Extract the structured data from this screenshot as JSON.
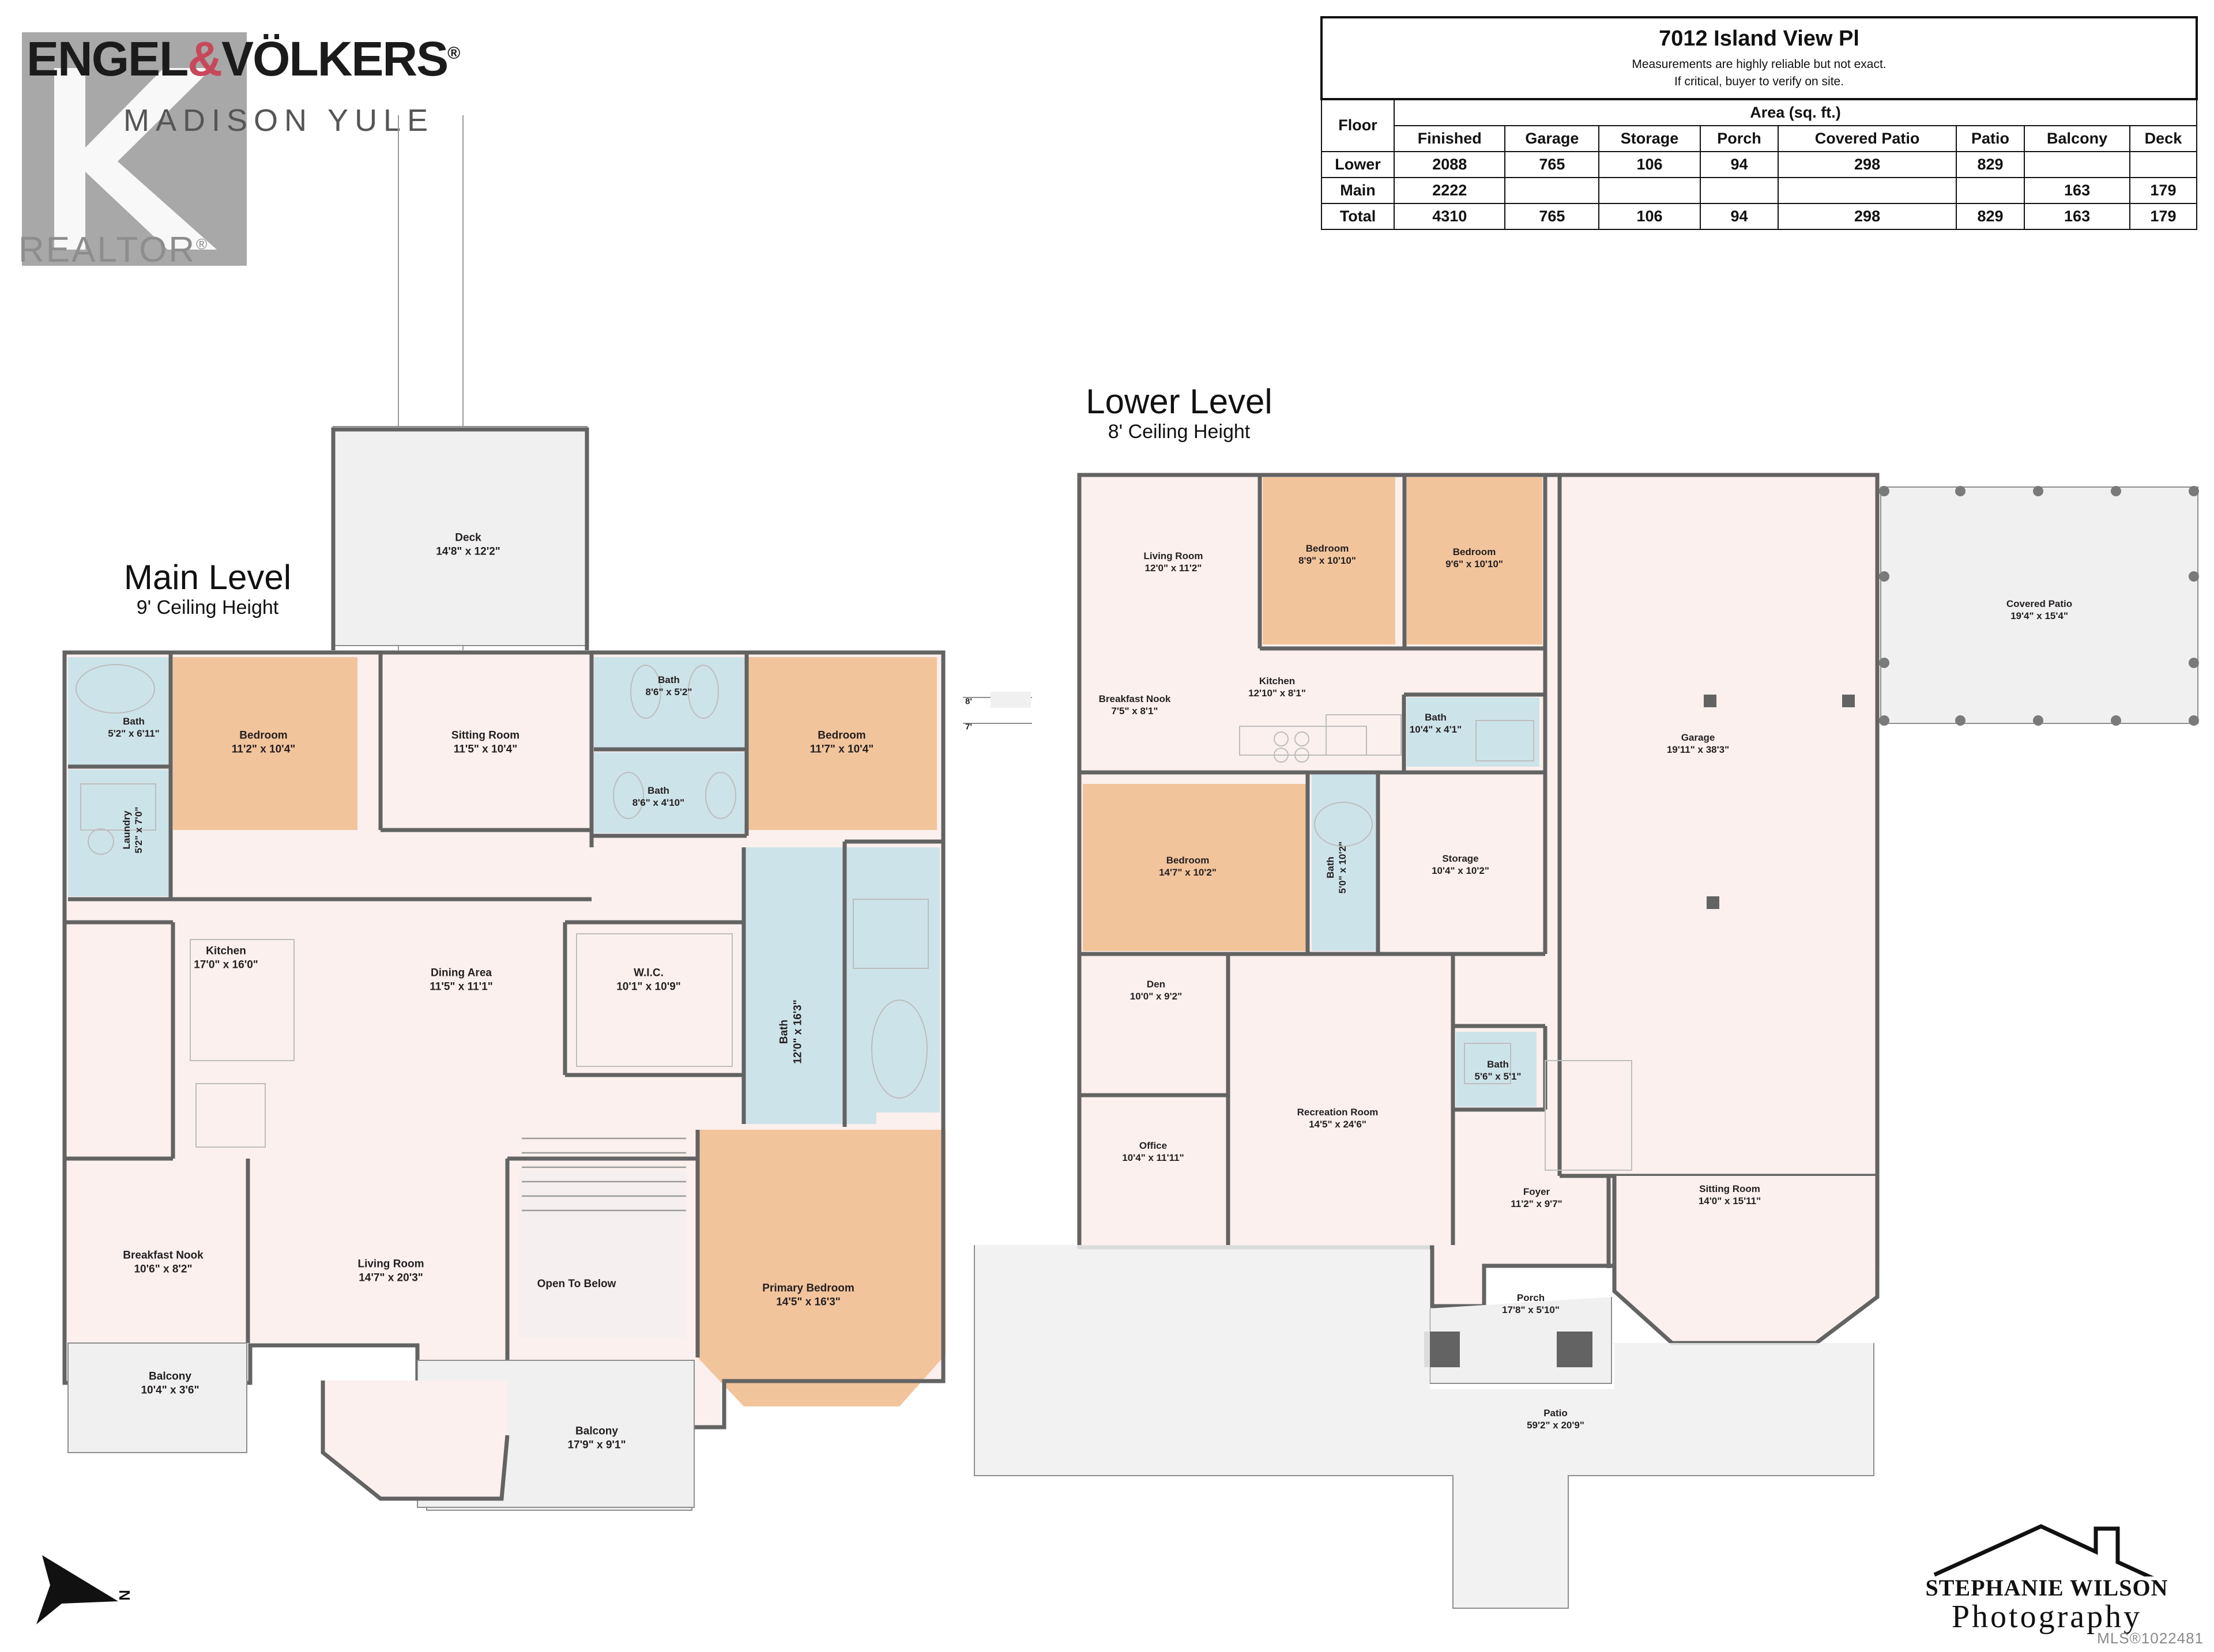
{
  "brand": {
    "name_part1": "ENGEL",
    "name_amp": "&",
    "name_part2": "VÖLKERS",
    "reg": "®",
    "agent": "MADISON YULE",
    "realtor": "REALTOR",
    "realtor_reg": "®"
  },
  "area_table": {
    "title": "7012 Island View Pl",
    "subtitle_line1": "Measurements are highly reliable but not exact.",
    "subtitle_line2": "If critical, buyer to verify on site.",
    "floor_header": "Floor",
    "area_header": "Area (sq. ft.)",
    "columns": [
      "Finished",
      "Garage",
      "Storage",
      "Porch",
      "Covered Patio",
      "Patio",
      "Balcony",
      "Deck"
    ],
    "rows": [
      {
        "floor": "Lower",
        "values": [
          "2088",
          "765",
          "106",
          "94",
          "298",
          "829",
          "",
          ""
        ]
      },
      {
        "floor": "Main",
        "values": [
          "2222",
          "",
          "",
          "",
          "",
          "",
          "163",
          "179"
        ]
      },
      {
        "floor": "Total",
        "values": [
          "4310",
          "765",
          "106",
          "94",
          "298",
          "829",
          "163",
          "179"
        ]
      }
    ]
  },
  "main_level": {
    "title": "Main Level",
    "ceiling": "9' Ceiling Height",
    "rooms": [
      {
        "name": "Deck",
        "dim": "14'8\" x 12'2\""
      },
      {
        "name": "Bath",
        "dim": "5'2\" x 6'11\""
      },
      {
        "name": "Bedroom",
        "dim": "11'2\" x 10'4\""
      },
      {
        "name": "Sitting Room",
        "dim": "11'5\" x 10'4\""
      },
      {
        "name": "Bath",
        "dim": "8'6\" x 5'2\""
      },
      {
        "name": "Bath",
        "dim": "8'6\" x 4'10\""
      },
      {
        "name": "Bedroom",
        "dim": "11'7\" x 10'4\""
      },
      {
        "name": "Laundry",
        "dim": "5'2\" x 7'0\""
      },
      {
        "name": "Kitchen",
        "dim": "17'0\" x 16'0\""
      },
      {
        "name": "Dining Area",
        "dim": "11'5\" x 11'1\""
      },
      {
        "name": "W.I.C.",
        "dim": "10'1\" x 10'9\""
      },
      {
        "name": "Bath",
        "dim": "12'0\" x 16'3\""
      },
      {
        "name": "Breakfast Nook",
        "dim": "10'6\" x 8'2\""
      },
      {
        "name": "Living Room",
        "dim": "14'7\" x 20'3\""
      },
      {
        "name": "Open To Below",
        "dim": ""
      },
      {
        "name": "Primary Bedroom",
        "dim": "14'5\" x 16'3\""
      },
      {
        "name": "Balcony",
        "dim": "10'4\" x 3'6\""
      },
      {
        "name": "Balcony",
        "dim": "17'9\" x 9'1\""
      }
    ]
  },
  "lower_level": {
    "title": "Lower Level",
    "ceiling": "8' Ceiling Height",
    "rooms": [
      {
        "name": "Living Room",
        "dim": "12'0\" x 11'2\""
      },
      {
        "name": "Bedroom",
        "dim": "8'9\" x 10'10\""
      },
      {
        "name": "Bedroom",
        "dim": "9'6\" x 10'10\""
      },
      {
        "name": "Kitchen",
        "dim": "12'10\" x 8'1\""
      },
      {
        "name": "Breakfast Nook",
        "dim": "7'5\" x 8'1\""
      },
      {
        "name": "Bath",
        "dim": "10'4\" x 4'1\""
      },
      {
        "name": "Bedroom",
        "dim": "14'7\" x 10'2\""
      },
      {
        "name": "Bath",
        "dim": "5'0\" x 10'2\""
      },
      {
        "name": "Storage",
        "dim": "10'4\" x 10'2\""
      },
      {
        "name": "Garage",
        "dim": "19'11\" x 38'3\""
      },
      {
        "name": "Den",
        "dim": "10'0\" x 9'2\""
      },
      {
        "name": "Office",
        "dim": "10'4\" x 11'11\""
      },
      {
        "name": "Recreation Room",
        "dim": "14'5\" x 24'6\""
      },
      {
        "name": "Bath",
        "dim": "5'6\" x 5'1\""
      },
      {
        "name": "Foyer",
        "dim": "11'2\" x 9'7\""
      },
      {
        "name": "Sitting Room",
        "dim": "14'0\" x 15'11\""
      },
      {
        "name": "Porch",
        "dim": "17'8\" x 5'10\""
      },
      {
        "name": "Patio",
        "dim": "59'2\" x 20'9\""
      },
      {
        "name": "Covered Patio",
        "dim": "19'4\" x 15'4\""
      }
    ],
    "edge_notes": [
      "8'",
      "7'"
    ]
  },
  "photography": {
    "name": "STEPHANIE WILSON",
    "subtitle": "Photography"
  },
  "compass": {
    "label": "N"
  },
  "mls": "MLS®1022481",
  "colors": {
    "wall": "#636363",
    "interior_pink": "#fbf0ee",
    "bedroom_orange": "#f2c49c",
    "bath_blue": "#cde3ea",
    "exterior_grey": "#f0f0f0",
    "brand_red": "#c8485b",
    "brand_grey": "#a8a8a8"
  }
}
